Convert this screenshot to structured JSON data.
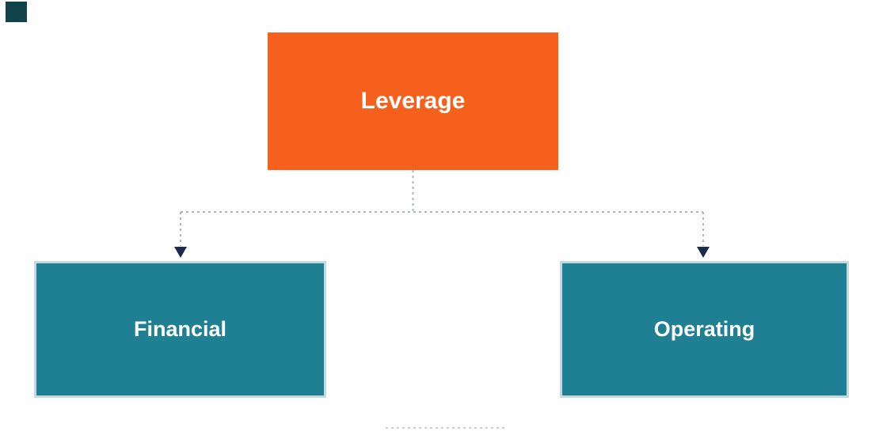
{
  "diagram": {
    "type": "hierarchy",
    "nodes": {
      "root": {
        "label": "Leverage"
      },
      "child_left": {
        "label": "Financial"
      },
      "child_right": {
        "label": "Operating"
      }
    }
  },
  "colors": {
    "background": "#ffffff",
    "root_fill": "#f5611d",
    "child_fill": "#1f8093",
    "child_border": "#c3d9dd",
    "node_text": "#ffffff",
    "connector": "#aeb6c0",
    "connector_faint": "#c9cfd6",
    "arrowhead": "#1c2b4b",
    "corner_accent": "#10444a"
  }
}
